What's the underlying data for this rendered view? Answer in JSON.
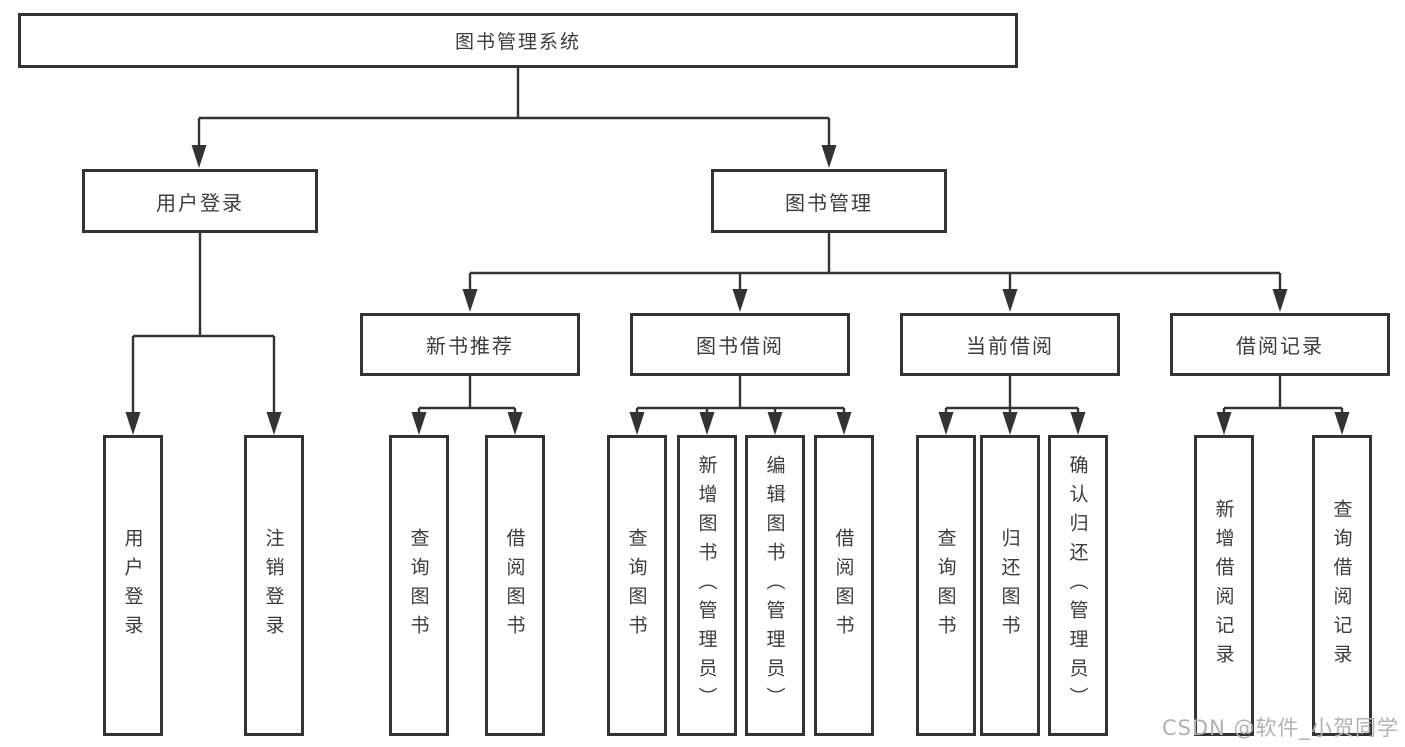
{
  "diagram": {
    "root": {
      "label": "图书管理系统"
    },
    "level2": [
      {
        "label": "用户登录"
      },
      {
        "label": "图书管理"
      }
    ],
    "level3": [
      {
        "label": "新书推荐"
      },
      {
        "label": "图书借阅"
      },
      {
        "label": "当前借阅"
      },
      {
        "label": "借阅记录"
      }
    ],
    "leaves": [
      {
        "parent": "用户登录",
        "label": "用户登录"
      },
      {
        "parent": "用户登录",
        "label": "注销登录"
      },
      {
        "parent": "新书推荐",
        "label": "查询图书"
      },
      {
        "parent": "新书推荐",
        "label": "借阅图书"
      },
      {
        "parent": "图书借阅",
        "label": "查询图书"
      },
      {
        "parent": "图书借阅",
        "label": "新增图书（管理员）"
      },
      {
        "parent": "图书借阅",
        "label": "编辑图书（管理员）"
      },
      {
        "parent": "图书借阅",
        "label": "借阅图书"
      },
      {
        "parent": "当前借阅",
        "label": "查询图书"
      },
      {
        "parent": "当前借阅",
        "label": "归还图书"
      },
      {
        "parent": "当前借阅",
        "label": "确认归还（管理员）"
      },
      {
        "parent": "借阅记录",
        "label": "新增借阅记录"
      },
      {
        "parent": "借阅记录",
        "label": "查询借阅记录"
      }
    ],
    "watermark": "CSDN @软件_小贺同学",
    "colors": {
      "line": "#333333",
      "text": "#3c3c3c",
      "watermark": "#b2b2b2",
      "background": "#ffffff"
    }
  }
}
